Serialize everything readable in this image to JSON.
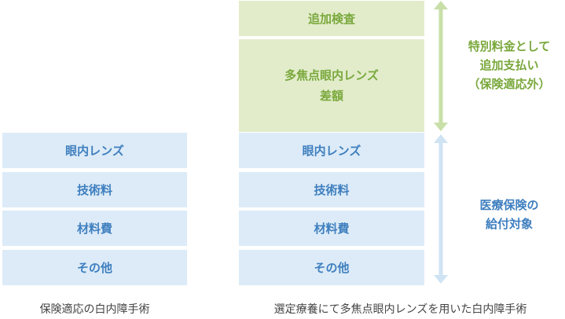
{
  "left_column": {
    "items": [
      "眼内レンズ",
      "技術料",
      "材料費",
      "その他"
    ],
    "caption": "保険適応の白内障手術"
  },
  "right_column": {
    "extra_items": [
      "追加検査",
      "多焦点眼内レンズ\n差額"
    ],
    "items": [
      "眼内レンズ",
      "技術料",
      "材料費",
      "その他"
    ],
    "caption": "選定療養にて多焦点眼内レンズを用いた白内障手術"
  },
  "annotations": {
    "extra_payment": "特別料金として\n追加支払い\n（保険適応外）",
    "insurance_covered": "医療保険の\n給付対象"
  },
  "colors": {
    "covered_fill": "#dcebf7",
    "covered_text": "#3f7fbf",
    "extra_fill": "#e2eccb",
    "extra_text": "#7aa83c",
    "covered_arrow": "#cfe3f4",
    "extra_arrow": "#c8dfa8"
  }
}
